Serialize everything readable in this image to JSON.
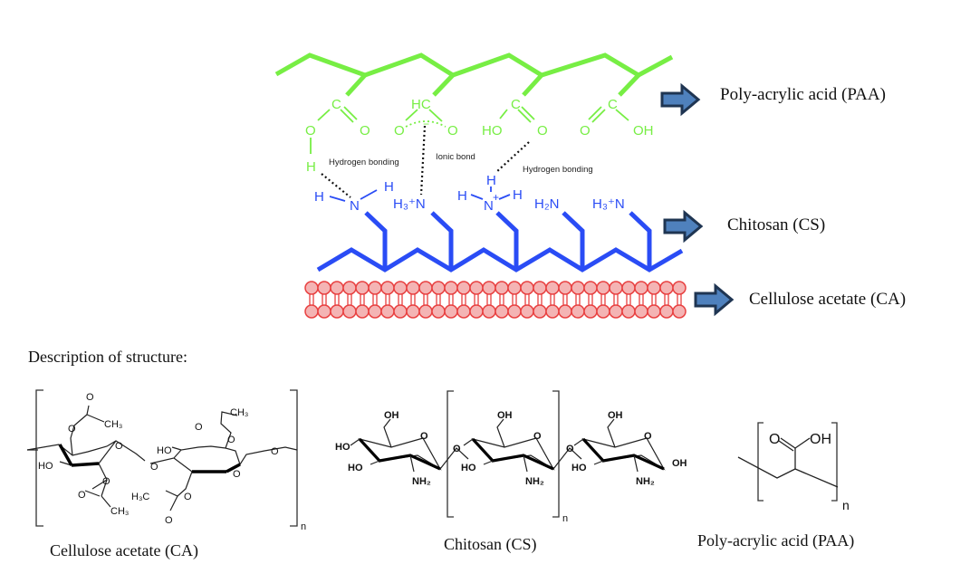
{
  "diagram": {
    "legend": [
      {
        "id": "paa",
        "label": "Poly-acrylic acid (PAA)"
      },
      {
        "id": "cs",
        "label": "Chitosan (CS)"
      },
      {
        "id": "ca",
        "label": "Cellulose acetate (CA)"
      }
    ],
    "colors": {
      "paa": "#77ee44",
      "chitosan": "#2a4cf5",
      "ca_fill": "#f4b4b4",
      "ca_stroke": "#e84040",
      "arrow_fill": "#4f81bd",
      "arrow_stroke": "#1f3552",
      "text": "#111111"
    },
    "paa_groups": [
      {
        "top": "C",
        "left": "O",
        "right": "O"
      },
      {
        "top": "HC",
        "left": "O",
        "right": "O",
        "charge": "−"
      },
      {
        "top": "C",
        "left": "HO",
        "right": "O"
      },
      {
        "top": "C",
        "left": "O",
        "right": "OH"
      }
    ],
    "paa_h": "H",
    "interactions": [
      {
        "label": "Hydrogen bonding"
      },
      {
        "label": "Ionic bond"
      },
      {
        "label": "Hydrogen bonding"
      }
    ],
    "chitosan_groups": [
      {
        "text": "N",
        "h_left": "H",
        "h_right": "H"
      },
      {
        "text": "H₃⁺N"
      },
      {
        "text": "N",
        "h_top": "H",
        "h_left": "H",
        "h_right": "H",
        "charge": "+"
      },
      {
        "text": "H₂N"
      },
      {
        "text": "H₃⁺N"
      }
    ]
  },
  "description": {
    "heading": "Description of structure:",
    "structures": [
      {
        "id": "ca",
        "caption": "Cellulose acetate (CA)",
        "labels": {
          "o1": "O",
          "ch3_1": "CH₃",
          "o_ring1": "O",
          "ho1": "HO",
          "o_link": "O",
          "o2": "O",
          "o3": "O",
          "ch3_2": "CH₃",
          "h3c": "H₃C",
          "o4": "O",
          "o5": "O",
          "ho2": "HO",
          "ch3_3": "CH₃",
          "o6": "O",
          "o7": "O",
          "o_ring2": "O",
          "o_end": "O",
          "o8": "O",
          "subscript": "n"
        }
      },
      {
        "id": "cs",
        "caption": "Chitosan (CS)",
        "labels": {
          "oh": "OH",
          "ho": "HO",
          "o": "O",
          "nh2": "NH₂",
          "oh_end": "OH",
          "subscript": "n"
        }
      },
      {
        "id": "paa",
        "caption": "Poly-acrylic acid (PAA)",
        "labels": {
          "o": "O",
          "oh": "OH",
          "subscript": "n"
        }
      }
    ]
  }
}
